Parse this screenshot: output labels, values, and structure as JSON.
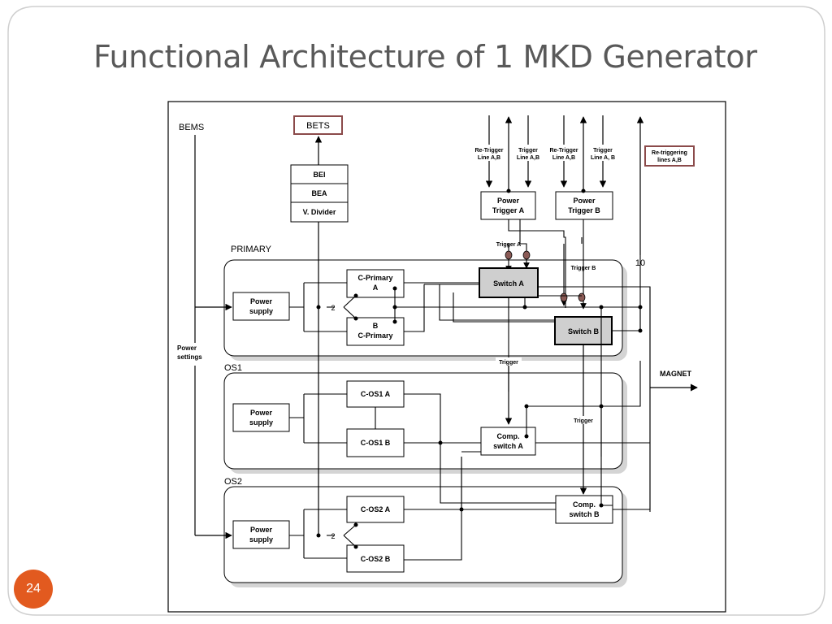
{
  "slide": {
    "title": "Functional Architecture of 1 MKD Generator",
    "page_number": "24"
  },
  "colors": {
    "accent": "#e25a1f",
    "title_text": "#595959",
    "bets_border": "#8b4a4a",
    "switch_fill": "#cfcfcf",
    "trigger_dot": "#8a5a55"
  },
  "diagram": {
    "bems": "BEMS",
    "bets": "BETS",
    "bei": "BEI",
    "bea": "BEA",
    "v_divider": "V. Divider",
    "retrigger_a_1": "Re-Trigger",
    "retrigger_a_2": "Line A,B",
    "trigger_a_line_1": "Trigger",
    "trigger_a_line_2": "Line A,B",
    "retrigger_b_1": "Re-Trigger",
    "retrigger_b_2": "Line A,B",
    "trigger_b_line_1": "Trigger",
    "trigger_b_line_2": "Line A, B",
    "retrig_lines_1": "Re-triggering",
    "retrig_lines_2": "lines A,B",
    "power_trigger_a_1": "Power",
    "power_trigger_a_2": "Trigger A",
    "power_trigger_b_1": "Power",
    "power_trigger_b_2": "Trigger B",
    "primary": "PRIMARY",
    "trigger_a": "Trigger A",
    "trigger_b": "Trigger B",
    "ten": "10",
    "power_supply_1": "Power",
    "power_supply_2": "supply",
    "c_primary_a_1": "C-Primary",
    "c_primary_a_2": "A",
    "c_primary_b_1": "B",
    "c_primary_b_2": "C-Primary",
    "two": "2",
    "switch_a": "Switch A",
    "switch_b": "Switch B",
    "power_settings_1": "Power",
    "power_settings_2": "settings",
    "trigger": "Trigger",
    "magnet": "MAGNET",
    "os1": "OS1",
    "os2": "OS2",
    "c_os1_a": "C-OS1 A",
    "c_os1_b": "C-OS1 B",
    "c_os2_a": "C-OS2 A",
    "c_os2_b": "C-OS2 B",
    "comp_switch_a_1": "Comp.",
    "comp_switch_a_2": "switch A",
    "comp_switch_b_1": "Comp.",
    "comp_switch_b_2": "switch B"
  }
}
